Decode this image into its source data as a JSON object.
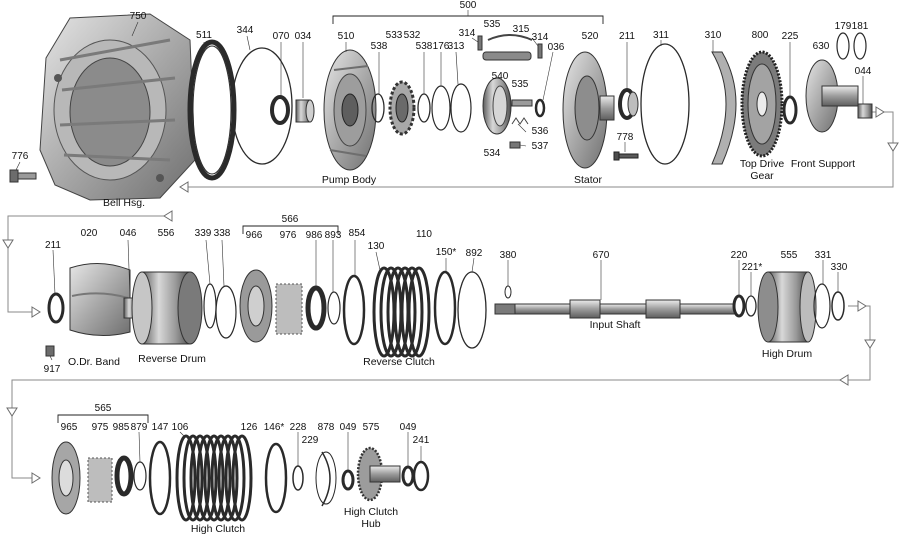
{
  "parts": {
    "p750": "750",
    "p511": "511",
    "p344": "344",
    "p070": "070",
    "p034": "034",
    "p500": "500",
    "p510": "510",
    "p538a": "538",
    "p533": "533",
    "p532": "532",
    "p538b": "538",
    "p176": "176",
    "p313": "313",
    "p314a": "314",
    "p535a": "535",
    "p315": "315",
    "p314b": "314",
    "p036": "036",
    "p540": "540",
    "p535b": "535",
    "p536": "536",
    "p537": "537",
    "p534": "534",
    "p520": "520",
    "p211a": "211",
    "p778": "778",
    "p311": "311",
    "p310": "310",
    "p800": "800",
    "p225": "225",
    "p630": "630",
    "p179": "179",
    "p181": "181",
    "p044": "044",
    "p776": "776",
    "p211b": "211",
    "p020": "020",
    "p046": "046",
    "p556": "556",
    "p339": "339",
    "p338": "338",
    "p566": "566",
    "p966": "966",
    "p976": "976",
    "p986": "986",
    "p893": "893",
    "p854": "854",
    "p130": "130",
    "p110": "110",
    "p150": "150*",
    "p892": "892",
    "p380": "380",
    "p670": "670",
    "p220": "220",
    "p221": "221*",
    "p555": "555",
    "p331": "331",
    "p330": "330",
    "p917": "917",
    "p565": "565",
    "p965": "965",
    "p975": "975",
    "p985": "985",
    "p879": "879",
    "p147": "147",
    "p106": "106",
    "p126": "126",
    "p146": "146*",
    "p228": "228",
    "p229": "229",
    "p878": "878",
    "p049a": "049",
    "p575": "575",
    "p049b": "049",
    "p241": "241"
  },
  "labels": {
    "bell": "Bell Hsg.",
    "pump": "Pump Body",
    "stator": "Stator",
    "topdrive1": "Top Drive",
    "topdrive2": "Gear",
    "frontsupport": "Front Support",
    "odband": "O.Dr. Band",
    "revdrum": "Reverse Drum",
    "revclutch": "Reverse Clutch",
    "inputshaft": "Input Shaft",
    "highdrum": "High Drum",
    "highclutch": "High Clutch",
    "hchub1": "High Clutch",
    "hchub2": "Hub"
  }
}
